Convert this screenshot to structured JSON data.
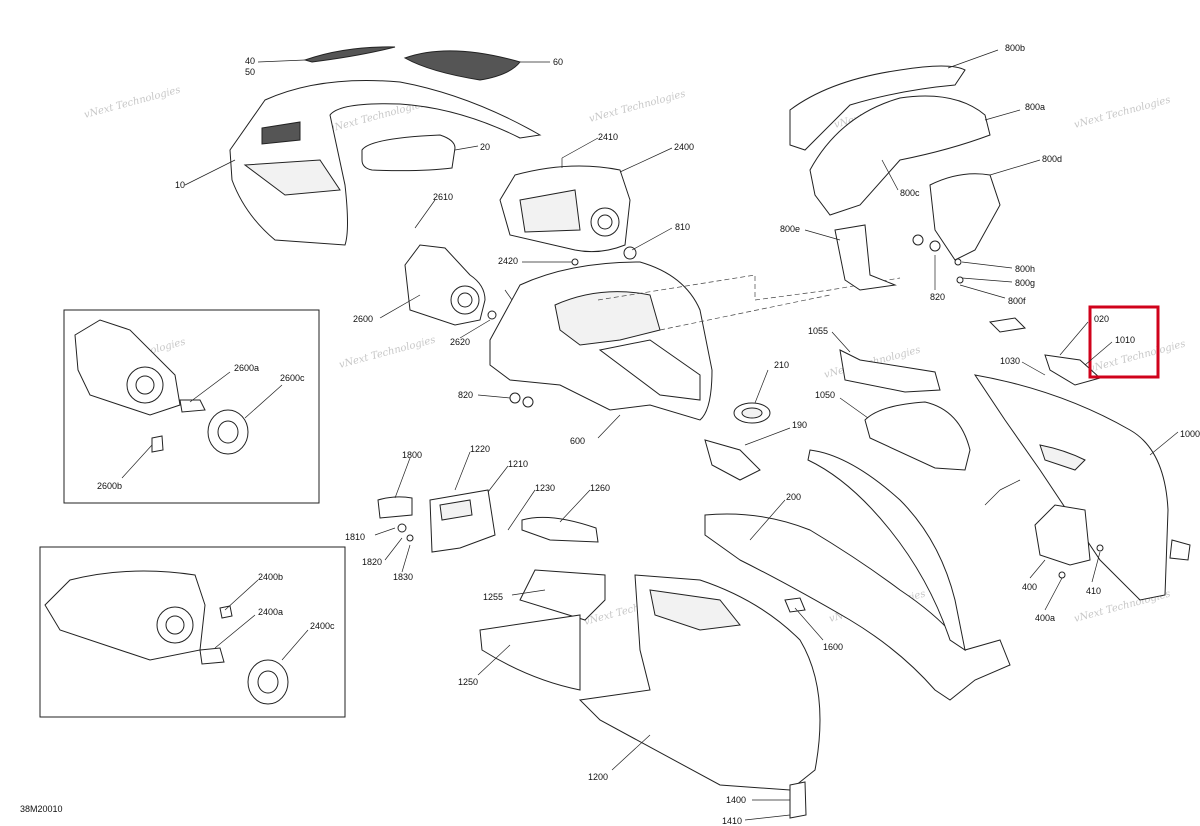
{
  "diagram": {
    "code": "38M20010",
    "watermark": "vNext Technologies",
    "callouts": {
      "c40": "40",
      "c50": "50",
      "c60": "60",
      "c10": "10",
      "c20": "20",
      "c2410": "2410",
      "c2400": "2400",
      "c2610": "2610",
      "c2600": "2600",
      "c2620": "2620",
      "c2420": "2420",
      "c810": "810",
      "c820a": "820",
      "c820b": "820",
      "c600": "600",
      "c210": "210",
      "c190": "190",
      "c800b": "800b",
      "c800a": "800a",
      "c800c": "800c",
      "c800d": "800d",
      "c800e": "800e",
      "c800h": "800h",
      "c800g": "800g",
      "c800f": "800f",
      "c1055": "1055",
      "c1050": "1050",
      "c1020": "020",
      "c1010": "1010",
      "c1030": "1030",
      "c1000": "1000",
      "c200": "200",
      "c1800": "1800",
      "c1810": "1810",
      "c1820": "1820",
      "c1830": "1830",
      "c1220": "1220",
      "c1210": "1210",
      "c1230": "1230",
      "c1260": "1260",
      "c1255": "1255",
      "c1250": "1250",
      "c1200": "1200",
      "c1400": "1400",
      "c1410": "1410",
      "c1600": "1600",
      "c400": "400",
      "c400a": "400a",
      "c410": "410",
      "c2600a": "2600a",
      "c2600c": "2600c",
      "c2600b": "2600b",
      "c2400b": "2400b",
      "c2400a": "2400a",
      "c2400c": "2400c"
    },
    "highlight_color": "#d0021b"
  }
}
